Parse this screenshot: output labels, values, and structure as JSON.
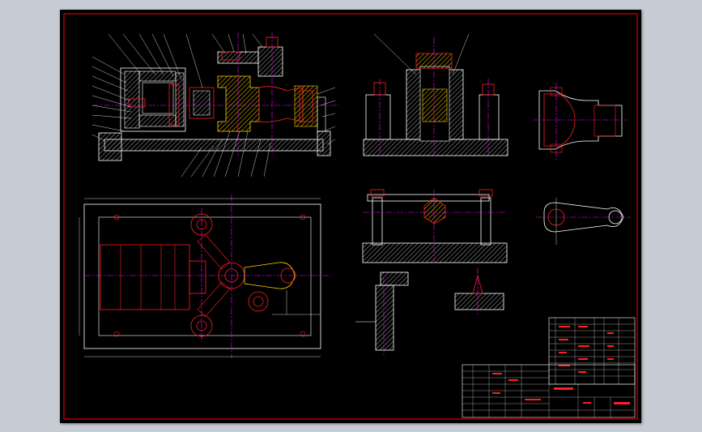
{
  "colors": {
    "background": "#c7ccd4",
    "sheet": "#000000",
    "border": "#ff0000",
    "outline": "#ffffff",
    "part": "#ff2020",
    "centerline": "#ff00ff",
    "hatch": "#b0b0b0",
    "dim": "#00ff00",
    "highlight": "#ffd000"
  },
  "icons": {
    "fixture_section": "fixture-section-view",
    "fixture_side": "fixture-side-view",
    "fixture_plan": "fixture-plan-view",
    "workpiece": "workpiece-part",
    "title_block": "title-block"
  },
  "title_block": {
    "drawing_name": "",
    "scale": ""
  }
}
